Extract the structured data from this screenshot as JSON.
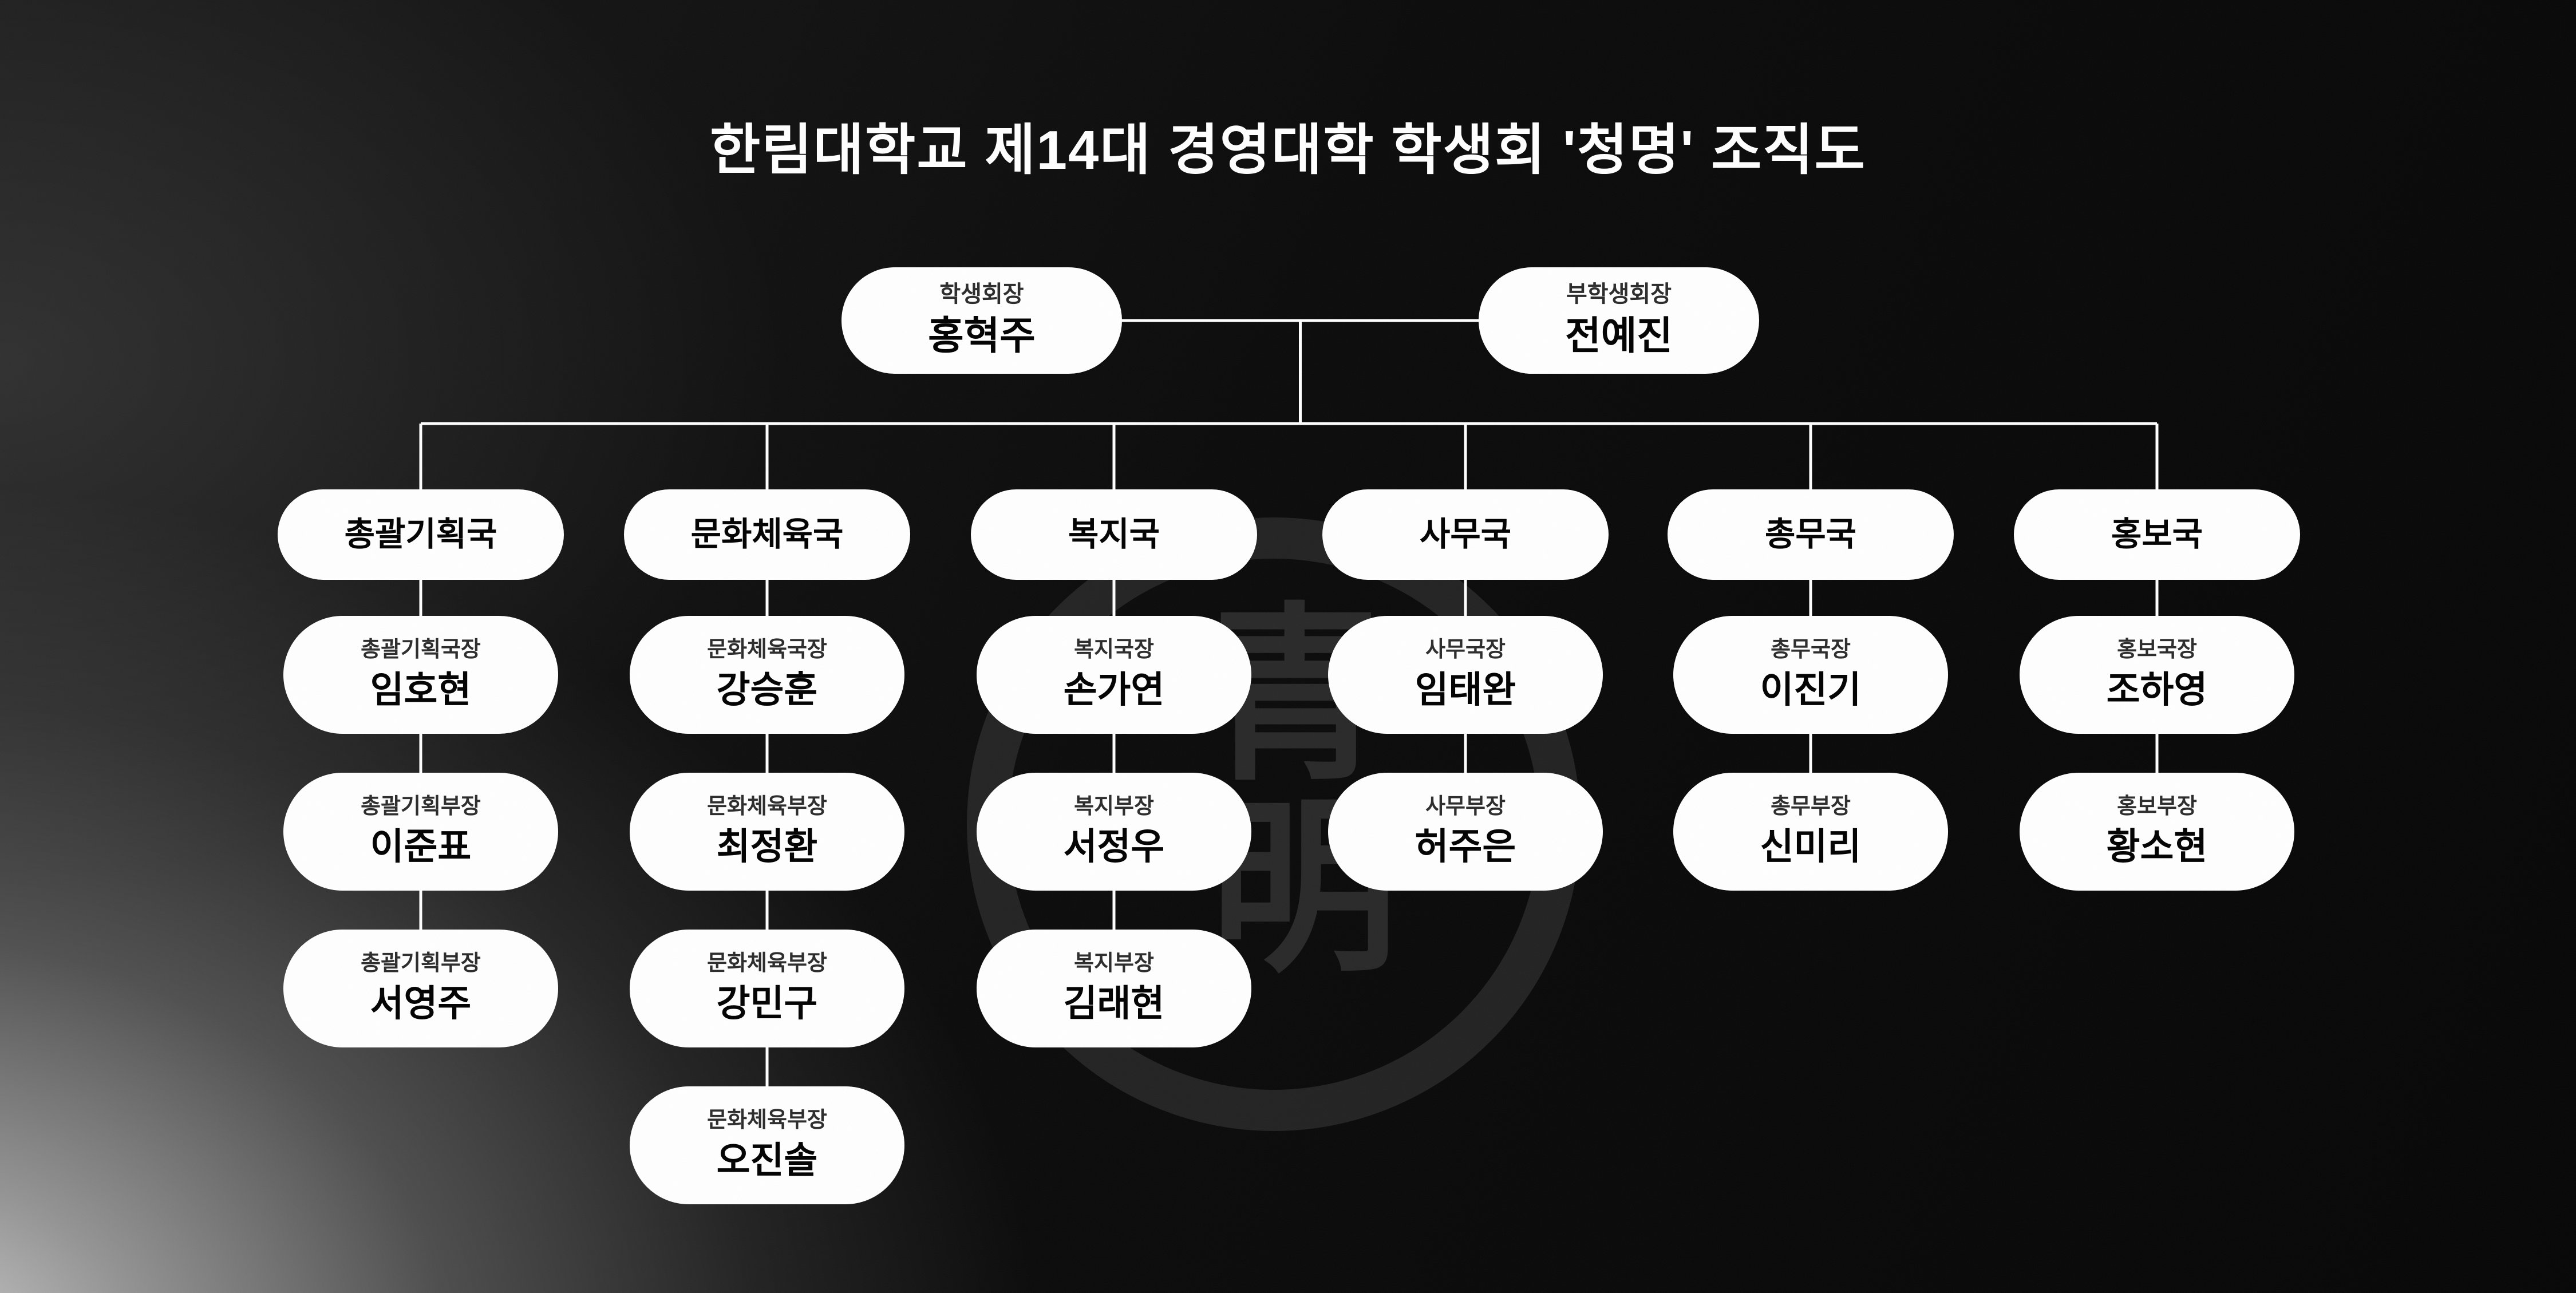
{
  "title": "한림대학교 제14대 경영대학 학생회 '청명' 조직도",
  "watermark": {
    "char1": "青",
    "char2": "明"
  },
  "colors": {
    "background": "#0a0a0a",
    "node_bg": "#ffffff",
    "node_text": "#000000",
    "line": "#ffffff"
  },
  "leadership": [
    {
      "role": "학생회장",
      "name": "홍혁주"
    },
    {
      "role": "부학생회장",
      "name": "전예진"
    }
  ],
  "departments": [
    {
      "name": "총괄기획국",
      "members": [
        {
          "role": "총괄기획국장",
          "name": "임호현"
        },
        {
          "role": "총괄기획부장",
          "name": "이준표"
        },
        {
          "role": "총괄기획부장",
          "name": "서영주"
        }
      ]
    },
    {
      "name": "문화체육국",
      "members": [
        {
          "role": "문화체육국장",
          "name": "강승훈"
        },
        {
          "role": "문화체육부장",
          "name": "최정환"
        },
        {
          "role": "문화체육부장",
          "name": "강민구"
        },
        {
          "role": "문화체육부장",
          "name": "오진솔"
        }
      ]
    },
    {
      "name": "복지국",
      "members": [
        {
          "role": "복지국장",
          "name": "손가연"
        },
        {
          "role": "복지부장",
          "name": "서정우"
        },
        {
          "role": "복지부장",
          "name": "김래현"
        }
      ]
    },
    {
      "name": "사무국",
      "members": [
        {
          "role": "사무국장",
          "name": "임태완"
        },
        {
          "role": "사무부장",
          "name": "허주은"
        }
      ]
    },
    {
      "name": "총무국",
      "members": [
        {
          "role": "총무국장",
          "name": "이진기"
        },
        {
          "role": "총무부장",
          "name": "신미리"
        }
      ]
    },
    {
      "name": "홍보국",
      "members": [
        {
          "role": "홍보국장",
          "name": "조하영"
        },
        {
          "role": "홍보부장",
          "name": "황소현"
        }
      ]
    }
  ]
}
